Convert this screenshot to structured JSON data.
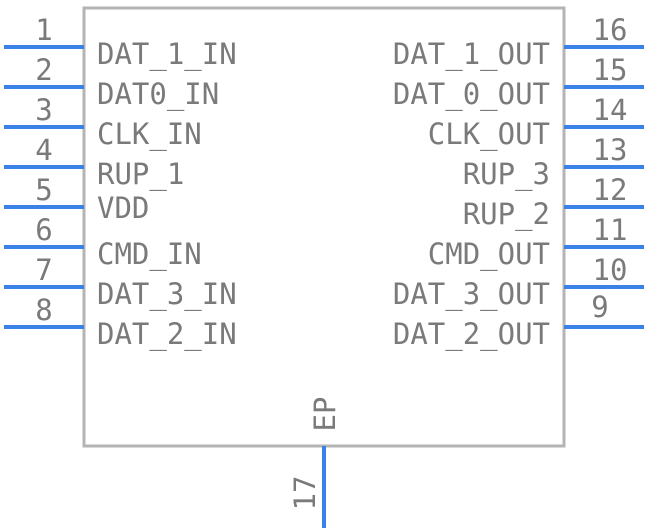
{
  "component": {
    "colors": {
      "pin_line": "#3b82e8",
      "body_outline": "#b4b4b4",
      "text": "#7a7a7a",
      "background": "#ffffff"
    },
    "left_pins": [
      {
        "number": "1",
        "name": "DAT_1_IN"
      },
      {
        "number": "2",
        "name": "DAT0_IN"
      },
      {
        "number": "3",
        "name": "CLK_IN"
      },
      {
        "number": "4",
        "name": "RUP_1"
      },
      {
        "number": "5",
        "name": "VDD"
      },
      {
        "number": "6",
        "name": "CMD_IN"
      },
      {
        "number": "7",
        "name": "DAT_3_IN"
      },
      {
        "number": "8",
        "name": "DAT_2_IN"
      }
    ],
    "right_pins": [
      {
        "number": "16",
        "name": "DAT_1_OUT"
      },
      {
        "number": "15",
        "name": "DAT_0_OUT"
      },
      {
        "number": "14",
        "name": "CLK_OUT"
      },
      {
        "number": "13",
        "name": "RUP_3"
      },
      {
        "number": "12",
        "name": "RUP_2"
      },
      {
        "number": "11",
        "name": "CMD_OUT"
      },
      {
        "number": "10",
        "name": "DAT_3_OUT"
      },
      {
        "number": "9",
        "name": "DAT_2_OUT"
      }
    ],
    "bottom_pin": {
      "number": "17",
      "name": "EP"
    }
  }
}
